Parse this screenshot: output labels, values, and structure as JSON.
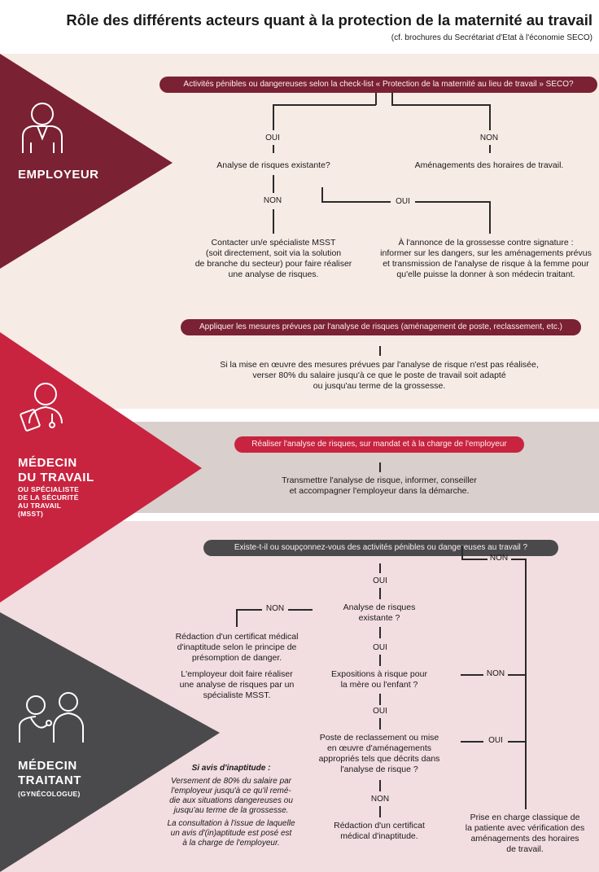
{
  "title": "Rôle des différents acteurs quant à la protection de la maternité au travail",
  "subtitle": "(cf. brochures du Secrétariat d'Etat à l'économie SECO)",
  "colors": {
    "employer": "#7a2133",
    "msst": "#c8243f",
    "doctor": "#4a4a4c",
    "band_light": "#f7ebe6",
    "band_gray": "#d9cfcc",
    "band_pink": "#f2dde0"
  },
  "employer": {
    "name": "EMPLOYEUR",
    "checklist_pill": "Activités pénibles ou dangereuses selon la check-list « Protection de la maternité au lieu de travail » SECO?",
    "oui_1": "OUI",
    "non_1": "NON",
    "q_analysis": "Analyse de risques existante?",
    "horaires": "Aménagements des horaires de travail.",
    "non_2": "NON",
    "oui_2": "OUI",
    "contact_msst": [
      "Contacter un/e spécialiste MSST",
      "(soit directement, soit via la solution",
      "de branche du secteur) pour faire réaliser",
      "une analyse de risques."
    ],
    "announce": [
      "À l'annonce de la grossesse contre signature :",
      "informer sur les dangers, sur les aménagements prévus",
      "et transmission de l'analyse de risque à la femme pour",
      "qu'elle puisse la donner à son médecin traitant."
    ],
    "apply_pill": "Appliquer les mesures prévues par l'analyse de risques (aménagement de poste, reclassement, etc.)",
    "salary": [
      "Si la mise en œuvre des mesures prévues par l'analyse de risque n'est pas réalisée,",
      "verser 80% du salaire jusqu'à ce que le poste de travail soit adapté",
      "ou jusqu'au terme de la grossesse."
    ]
  },
  "msst": {
    "name_1": "MÉDECIN",
    "name_2": "DU TRAVAIL",
    "sub": [
      "OU SPÉCIALISTE",
      "DE LA SÉCURITÉ",
      "AU TRAVAIL",
      "(MSST)"
    ],
    "pill": "Réaliser l'analyse de risques, sur mandat et à la charge de l'employeur",
    "text": [
      "Transmettre l'analyse de risque, informer, conseiller",
      "et accompagner l'employeur dans la démarche."
    ]
  },
  "doctor": {
    "name_1": "MÉDECIN",
    "name_2": "TRAITANT",
    "sub": "(GYNÉCOLOGUE)",
    "pill": "Existe-t-il ou soupçonnez-vous des activités pénibles ou dangereuses au travail ?",
    "oui_a": "OUI",
    "non_top": "NON",
    "non_left": "NON",
    "q_analysis": [
      "Analyse de risques",
      "existante ?"
    ],
    "certificat": [
      "Rédaction d'un certificat médical",
      "d'inaptitude selon le principe de",
      "présomption de danger."
    ],
    "employer_must": [
      "L'employeur doit faire réaliser",
      "une analyse de risques par un",
      "spécialiste MSST."
    ],
    "oui_b": "OUI",
    "q_exposure": [
      "Expositions à risque pour",
      "la mère ou l'enfant ?"
    ],
    "non_mid": "NON",
    "oui_c": "OUI",
    "q_reclass": [
      "Poste de reclassement ou mise",
      "en œuvre d'aménagements",
      "appropriés tels que décrits dans",
      "l'analyse de risque ?"
    ],
    "oui_right": "OUI",
    "non_bottom": "NON",
    "redaction": [
      "Rédaction d'un certificat",
      "médical d'inaptitude."
    ],
    "prise": [
      "Prise en charge classique de",
      "la patiente avec vérification des",
      "aménagements des horaires",
      "de travail."
    ],
    "inapt_title": "Si avis d'inaptitude :",
    "inapt_1": [
      "Versement de 80% du salaire par",
      "l'employeur jusqu'à ce qu'il remé-",
      "die aux situations dangereuses ou",
      "jusqu'au terme de la grossesse."
    ],
    "inapt_2": [
      "La consultation à l'issue de laquelle",
      "un avis d'(in)aptitude est posé est",
      "à la charge de l'employeur."
    ]
  }
}
